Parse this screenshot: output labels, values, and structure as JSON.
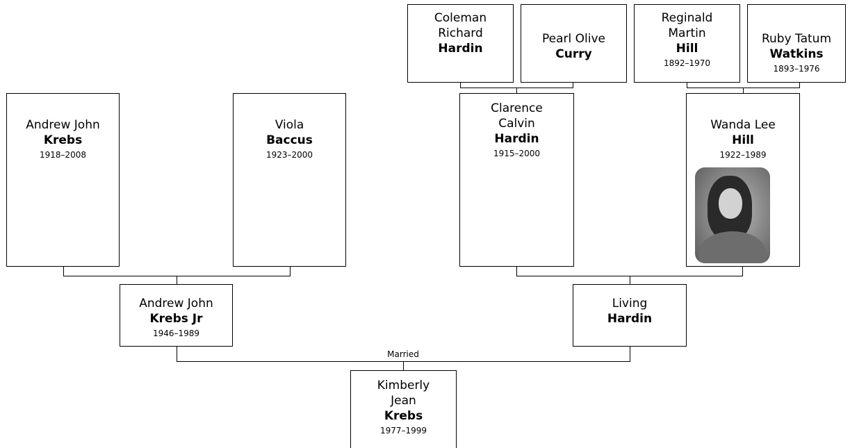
{
  "people": [
    {
      "id": "p-andrew-sr",
      "given": "Andrew John",
      "surname": "Krebs",
      "years": "1918–2008"
    },
    {
      "id": "p-viola",
      "given": "Viola",
      "surname": "Baccus",
      "years": "1923–2000"
    },
    {
      "id": "p-coleman",
      "given": "Coleman\nRichard",
      "surname": "Hardin",
      "years": ""
    },
    {
      "id": "p-pearl",
      "given": "Pearl Olive",
      "surname": "Curry",
      "years": ""
    },
    {
      "id": "p-reginald",
      "given": "Reginald\nMartin",
      "surname": "Hill",
      "years": "1892–1970"
    },
    {
      "id": "p-ruby",
      "given": "Ruby Tatum",
      "surname": "Watkins",
      "years": "1893–1976"
    },
    {
      "id": "p-clarence",
      "given": "Clarence\nCalvin",
      "surname": "Hardin",
      "years": "1915–2000"
    },
    {
      "id": "p-wanda",
      "given": "Wanda Lee",
      "surname": "Hill",
      "years": "1922–1989",
      "photo": "portrait-photo"
    },
    {
      "id": "p-andrew-jr",
      "given": "Andrew John",
      "surname": "Krebs Jr",
      "years": "1946–1989"
    },
    {
      "id": "p-living",
      "given": "Living",
      "surname": "Hardin",
      "years": ""
    },
    {
      "id": "p-kimberly",
      "given": "Kimberly\nJean",
      "surname": "Krebs",
      "years": "1977–1999"
    }
  ],
  "married_label": "Married",
  "colors": {
    "border": "#000000",
    "background": "#ffffff",
    "text": "#000000"
  }
}
